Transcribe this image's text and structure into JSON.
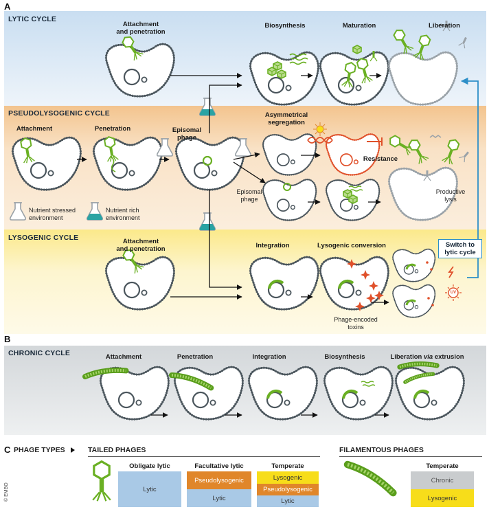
{
  "section_a": "A",
  "section_b": "B",
  "section_c": "C",
  "lytic": {
    "title": "LYTIC CYCLE",
    "attach_1": "Attachment",
    "attach_2": "and penetration",
    "biosynthesis": "Biosynthesis",
    "maturation": "Maturation",
    "liberation": "Liberation"
  },
  "pseudo": {
    "title": "PSEUDOLYSOGENIC CYCLE",
    "attachment": "Attachment",
    "penetration": "Penetration",
    "episomal_1": "Episomal",
    "episomal_2": "phage",
    "asym_1": "Asymmetrical",
    "asym_2": "segregation",
    "resistance": "Resistance",
    "episomal2_1": "Episomal",
    "episomal2_2": "phage",
    "productive_1": "Productive",
    "productive_2": "lysis",
    "stress_1": "Nutrient stressed",
    "stress_2": "environment",
    "rich_1": "Nutrient rich",
    "rich_2": "environment"
  },
  "lyso": {
    "title": "LYSOGENIC CYCLE",
    "attach_1": "Attachment",
    "attach_2": "and penetration",
    "integration": "Integration",
    "conversion": "Lysogenic conversion",
    "switch_1": "Switch to",
    "switch_2": "lytic cycle",
    "toxins_1": "Phage-encoded",
    "toxins_2": "toxins",
    "uv": "UV"
  },
  "chronic": {
    "title": "CHRONIC CYCLE",
    "attachment": "Attachment",
    "penetration": "Penetration",
    "integration": "Integration",
    "biosynthesis": "Biosynthesis",
    "liberation_pre": "Liberation ",
    "liberation_via": "via",
    "liberation_post": " extrusion"
  },
  "types": {
    "title": "PHAGE TYPES",
    "tailed": "TAILED PHAGES",
    "filamentous": "FILAMENTOUS PHAGES",
    "obligate": "Obligate lytic",
    "facultative": "Facultative lytic",
    "temperate": "Temperate",
    "temperate2": "Temperate",
    "lytic_a": "Lytic",
    "pseudo_b": "Pseudolysogenic",
    "lytic_b": "Lytic",
    "lyso_c": "Lysogenic",
    "pseudo_c": "Pseudolysogenic",
    "lytic_c": "Lytic",
    "chronic_d": "Chronic",
    "lyso_d": "Lysogenic",
    "copyright": "© EMBO"
  },
  "colors": {
    "lytic_blue": "#a9c9e6",
    "pseudo_orange": "#e0862a",
    "lyso_yellow": "#f7dd1a",
    "chronic_grey": "#c9ccce",
    "phage_green": "#6ab023",
    "resist_red": "#e0502a",
    "teal": "#2aa3a3",
    "arrow_blue": "#2d8fc8"
  }
}
